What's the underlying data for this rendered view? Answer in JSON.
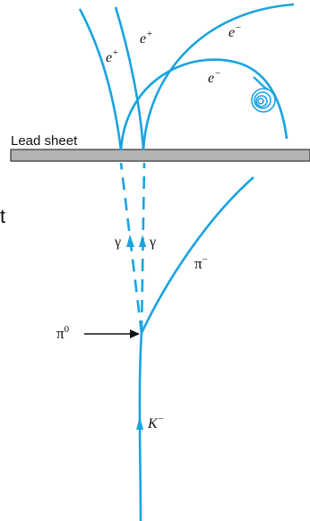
{
  "colors": {
    "track": "#1aa3e0",
    "lead_sheet_fill": "#b3b3b5",
    "lead_sheet_stroke": "#333333",
    "text": "#111111",
    "background": "#ffffff"
  },
  "labels": {
    "lead_sheet": "Lead sheet",
    "e_plus_left_base": "e",
    "e_plus_left_sup": "+",
    "e_plus_right_base": "e",
    "e_plus_right_sup": "+",
    "e_minus_upper_base": "e",
    "e_minus_upper_sup": "−",
    "e_minus_lower_base": "e",
    "e_minus_lower_sup": "−",
    "gamma_left": "γ",
    "gamma_right": "γ",
    "pi_minus_base": "π",
    "pi_minus_sup": "−",
    "pi_zero_base": "π",
    "pi_zero_sup": "0",
    "k_minus_base": "K",
    "k_minus_sup": "−",
    "cropped_fragment": "t"
  }
}
